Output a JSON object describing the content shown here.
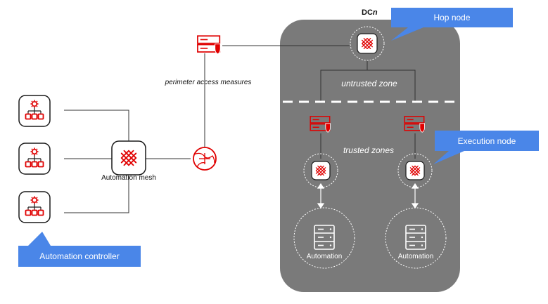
{
  "diagram": {
    "dc_label_prefix": "DC",
    "dc_label_suffix": "n",
    "labels": {
      "automation_mesh": "Automation mesh",
      "perimeter": "perimeter access measures",
      "untrusted_zone": "untrusted zone",
      "trusted_zones": "trusted zones",
      "automation_left": "Automation",
      "automation_right": "Automation"
    },
    "callouts": {
      "hop_node": "Hop node",
      "execution_node": "Execution node",
      "automation_controller": "Automation controller"
    },
    "colors": {
      "datacenter_bg": "#7a7a7a",
      "callout_bg": "#4a86e8",
      "icon_red": "#e00000",
      "line": "#333333"
    },
    "icons": {
      "controller": "org-chart-gear-icon",
      "mesh_node": "mesh-lattice-icon",
      "firewall": "firewall-server-icon",
      "gateway": "globe-router-icon",
      "automation": "server-stack-icon"
    }
  }
}
